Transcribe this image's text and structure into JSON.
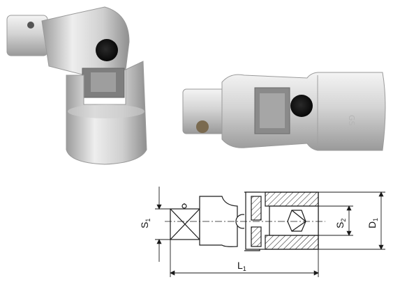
{
  "drawing": {
    "labels": {
      "s1": "S",
      "s1_sub": "1",
      "s2": "S",
      "s2_sub": "2",
      "d1": "D",
      "d1_sub": "1",
      "l1": "L",
      "l1_sub": "1"
    }
  },
  "colors": {
    "metal_light": "#e6e6e6",
    "metal_mid": "#bdbdbd",
    "metal_dark": "#8d8d8d",
    "hole": "#111111",
    "line": "#1a1a1a"
  },
  "icons": [
    "universal-joint-photo-angled",
    "universal-joint-photo-straight",
    "technical-drawing"
  ]
}
